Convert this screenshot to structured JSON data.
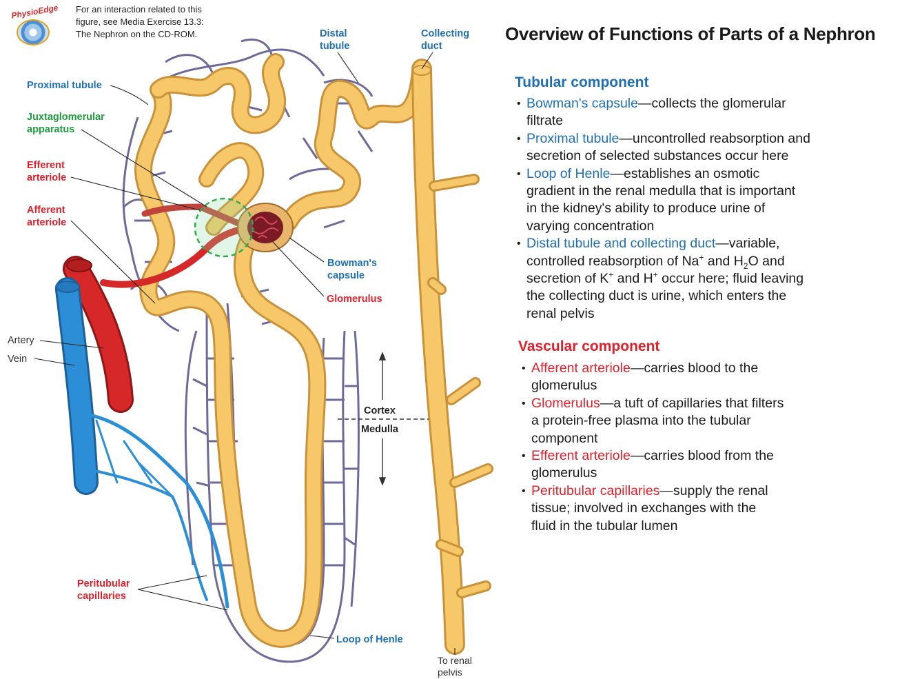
{
  "header": {
    "logo_text": "PhysioEdge",
    "media_note": [
      "For an interaction related to this",
      "figure, see Media Exercise 13.3:",
      "The Nephron on the CD-ROM."
    ]
  },
  "labels": {
    "distal_tubule": [
      "Distal",
      "tubule"
    ],
    "collecting_duct": [
      "Collecting",
      "duct"
    ],
    "proximal_tubule": "Proximal tubule",
    "juxtaglomerular": [
      "Juxtaglomerular",
      "apparatus"
    ],
    "efferent_arteriole": [
      "Efferent",
      "arteriole"
    ],
    "afferent_arteriole": [
      "Afferent",
      "arteriole"
    ],
    "bowmans_capsule": [
      "Bowman's",
      "capsule"
    ],
    "glomerulus": "Glomerulus",
    "artery": "Artery",
    "vein": "Vein",
    "cortex": "Cortex",
    "medulla": "Medulla",
    "peritubular": [
      "Peritubular",
      "capillaries"
    ],
    "loop_of_henle": "Loop of Henle",
    "to_renal_pelvis": [
      "To renal",
      "pelvis"
    ]
  },
  "panel": {
    "title": "Overview of Functions of Parts of a Nephron",
    "tubular": {
      "heading": "Tubular component",
      "items": [
        {
          "term": "Bowman's capsule",
          "lines": [
            "—collects the glomerular",
            "filtrate"
          ]
        },
        {
          "term": "Proximal tubule",
          "lines": [
            "—uncontrolled reabsorption and",
            "secretion of selected substances occur here"
          ]
        },
        {
          "term": "Loop of Henle",
          "lines": [
            "—establishes an osmotic",
            "gradient in the renal medulla that is important",
            "in the kidney's ability to produce urine of",
            "varying concentration"
          ]
        },
        {
          "term": "Distal tubule and collecting duct",
          "lines": [
            "—variable,"
          ]
        }
      ],
      "item4_line2": {
        "a": "controlled reabsorption of Na",
        "sup1": "+",
        "b": " and H",
        "sub": "2",
        "c": "O and"
      },
      "item4_line3": {
        "a": "secretion of K",
        "sup1": "+",
        "b": " and H",
        "sup2": "+",
        "c": " occur here; fluid leaving"
      },
      "item4_rest": [
        "the collecting duct is urine, which enters the",
        "renal pelvis"
      ]
    },
    "vascular": {
      "heading": "Vascular component",
      "items": [
        {
          "term": "Afferent arteriole",
          "lines": [
            "—carries blood to the",
            "glomerulus"
          ]
        },
        {
          "term": "Glomerulus",
          "lines": [
            "—a tuft of capillaries that filters",
            "a protein-free plasma into the tubular",
            "component"
          ]
        },
        {
          "term": "Efferent arteriole",
          "lines": [
            "—carries blood from the",
            "glomerulus"
          ]
        },
        {
          "term": "Peritubular capillaries",
          "lines": [
            "—supply the renal",
            "tissue; involved in exchanges with the",
            "fluid in the tubular lumen"
          ]
        }
      ]
    }
  },
  "colors": {
    "tubule": "#f6c86a",
    "tubule_edge": "#c9923a",
    "capillary": "#6d6a99",
    "artery": "#d62828",
    "vein": "#2b8ed6",
    "label_blue": "#1f6fb5",
    "label_red": "#e0202a",
    "label_green": "#1e9a3c"
  }
}
